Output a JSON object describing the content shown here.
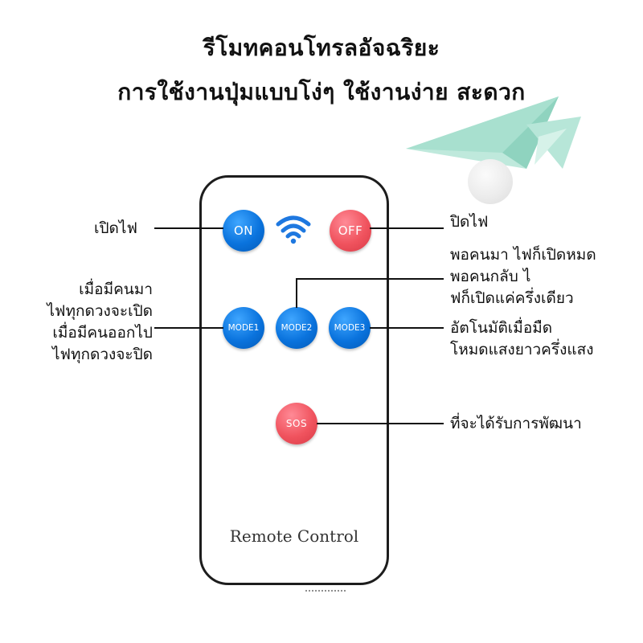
{
  "headline": {
    "line1": "รีโมทคอนโทรลอัจฉริยะ",
    "line2": "การใช้งานปุ่มแบบโง่ๆ ใช้งานง่าย สะดวก"
  },
  "remote": {
    "caption": "Remote Control",
    "buttons": {
      "on": "ON",
      "off": "OFF",
      "mode1": "MODE1",
      "mode2": "MODE2",
      "mode3": "MODE3",
      "sos": "SOS"
    },
    "colors": {
      "blue": "#0a73dd",
      "red": "#f0535e"
    }
  },
  "annotations": {
    "light_on": "เปิดไฟ",
    "light_off": "ปิดไฟ",
    "mode1": [
      "เมื่อมีคนมา",
      "ไฟทุกดวงจะเปิด",
      "เมื่อมีคนออกไป",
      "ไฟทุกดวงจะปิด"
    ],
    "mode2": [
      "พอคนมา ไฟก็เปิดหมด",
      "พอคนกลับ ไ",
      "ฟก็เปิดแค่ครึ่งเดียว"
    ],
    "mode3": [
      "อัตโนมัติเมื่อมืด",
      "โหมดแสงยาวครึ่งแสง"
    ],
    "sos": "ที่จะได้รับการพัฒนา"
  },
  "icons": [
    "wifi-signal-icon",
    "paper-plane-icon",
    "light-bulb-icon"
  ]
}
